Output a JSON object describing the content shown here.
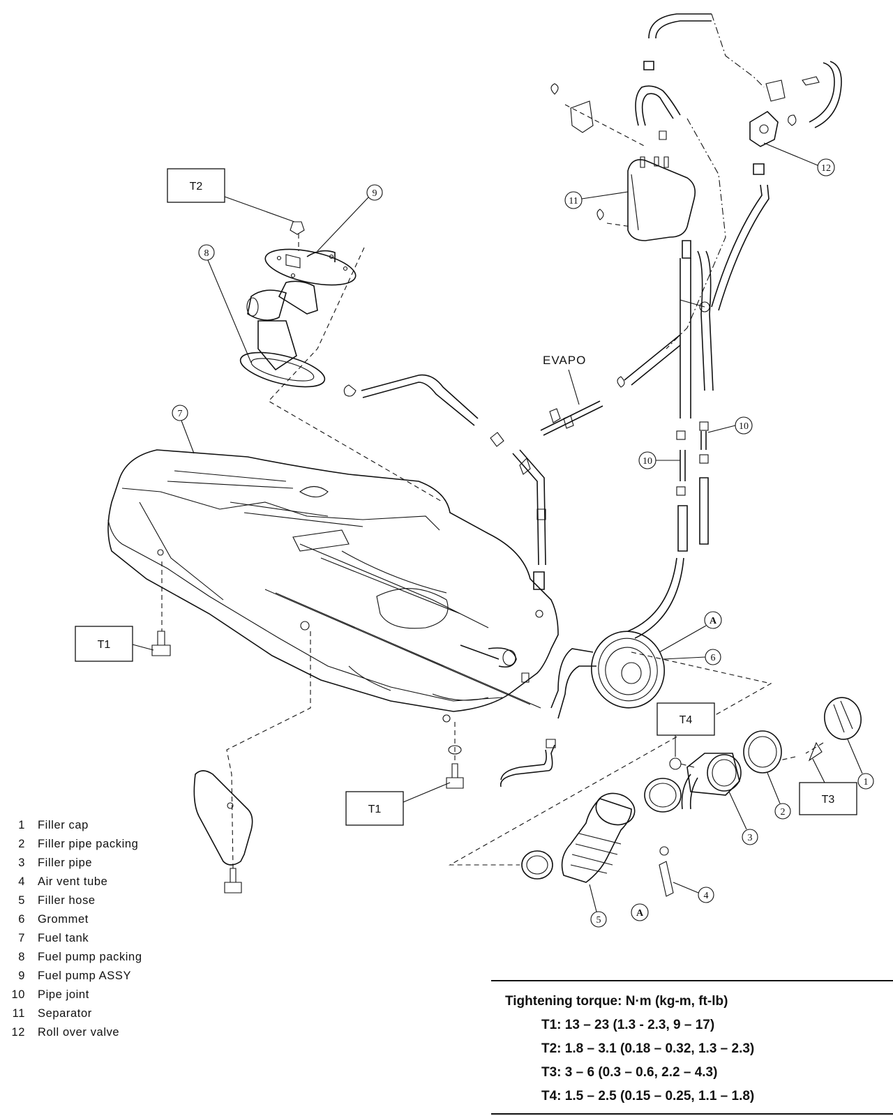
{
  "torque_boxes": {
    "t2": "T2",
    "t1_left": "T1",
    "t1_mid": "T1",
    "t3": "T3",
    "t4": "T4"
  },
  "evapo_label": "EVAPO",
  "marker_a": "A",
  "callouts": {
    "c1": "1",
    "c2": "2",
    "c3": "3",
    "c4": "4",
    "c5": "5",
    "c6": "6",
    "c7": "7",
    "c8": "8",
    "c9": "9",
    "c10a": "10",
    "c10b": "10",
    "c11": "11",
    "c12": "12"
  },
  "legend": [
    {
      "num": "1",
      "name": "Filler cap"
    },
    {
      "num": "2",
      "name": "Filler pipe packing"
    },
    {
      "num": "3",
      "name": "Filler pipe"
    },
    {
      "num": "4",
      "name": "Air vent tube"
    },
    {
      "num": "5",
      "name": "Filler hose"
    },
    {
      "num": "6",
      "name": "Grommet"
    },
    {
      "num": "7",
      "name": "Fuel tank"
    },
    {
      "num": "8",
      "name": "Fuel pump packing"
    },
    {
      "num": "9",
      "name": "Fuel pump ASSY"
    },
    {
      "num": "10",
      "name": "Pipe joint"
    },
    {
      "num": "11",
      "name": "Separator"
    },
    {
      "num": "12",
      "name": "Roll over valve"
    }
  ],
  "torque": {
    "title": "Tightening torque:  N·m (kg-m, ft-lb)",
    "rows": [
      "T1:  13 – 23 (1.3 - 2.3, 9 – 17)",
      "T2:  1.8 – 3.1 (0.18 – 0.32, 1.3 – 2.3)",
      "T3:  3 – 6 (0.3 – 0.6, 2.2 – 4.3)",
      "T4:  1.5 – 2.5 (0.15 – 0.25, 1.1 – 1.8)"
    ]
  }
}
